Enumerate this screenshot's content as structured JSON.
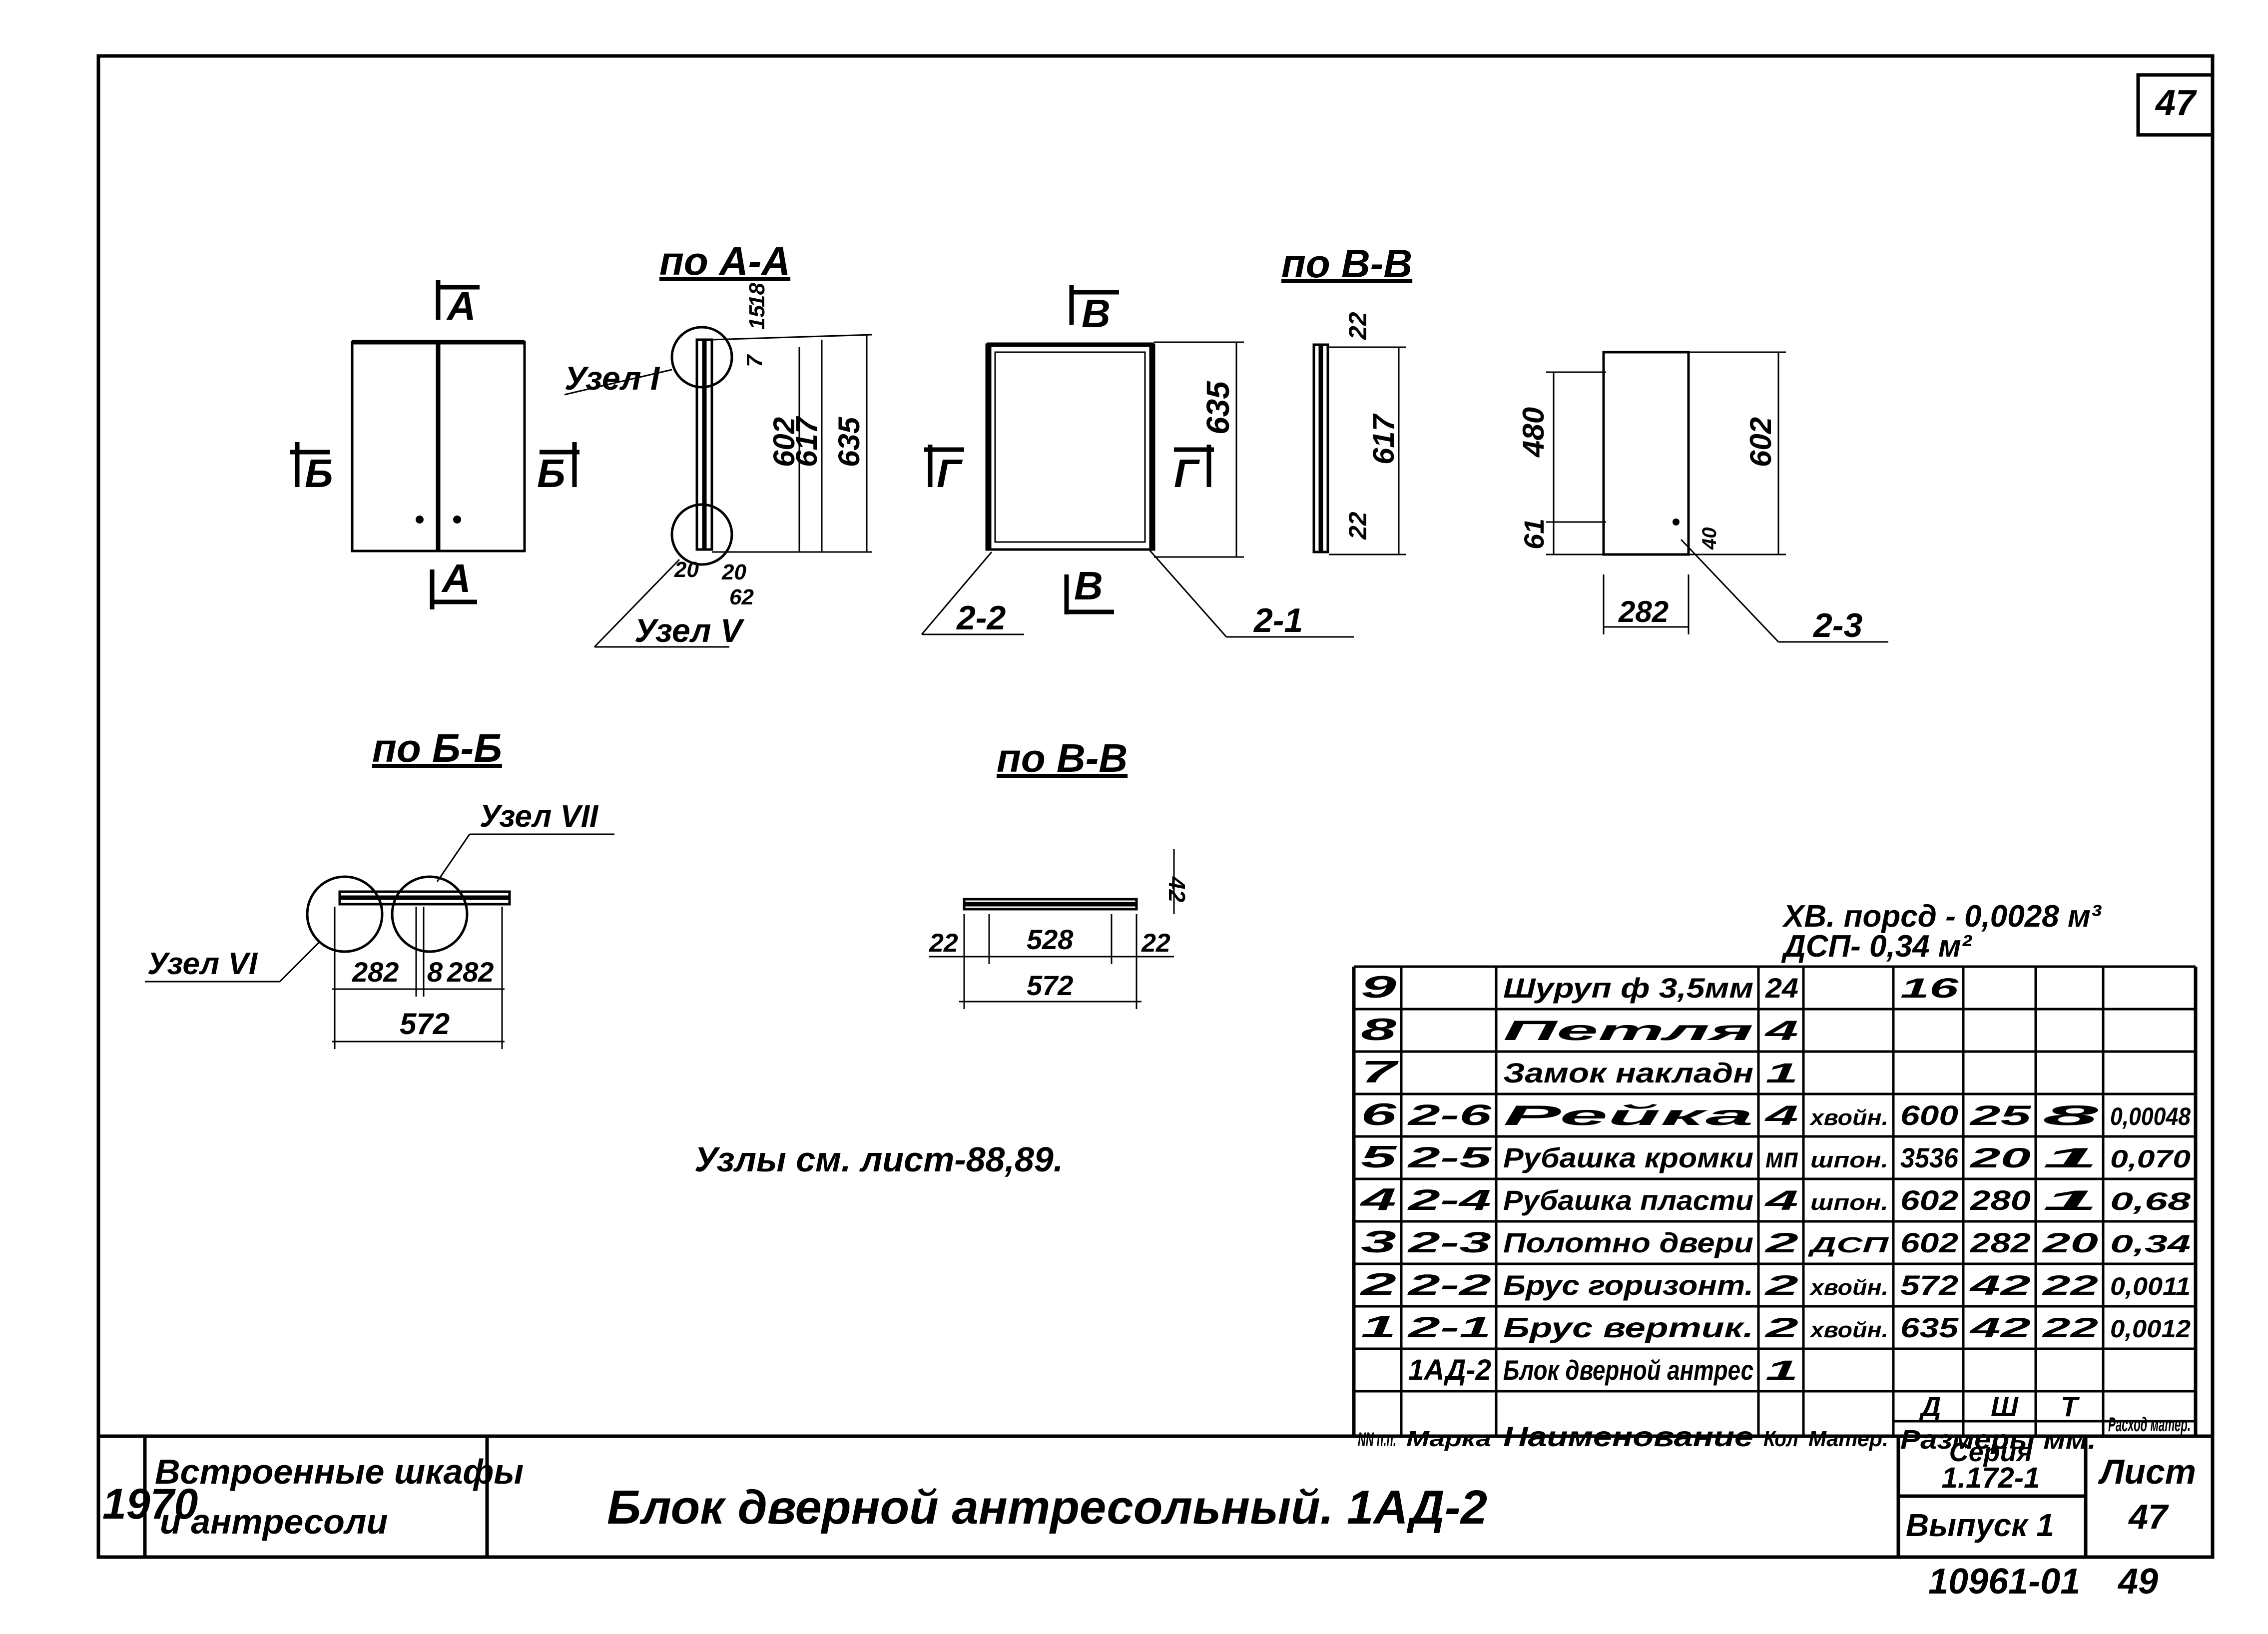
{
  "sheet_number": "47",
  "views": {
    "front": {
      "cut_top": "А",
      "cut_bottom": "А",
      "cut_left": "Б",
      "cut_right": "Б"
    },
    "section_aa": {
      "title": "по А-А",
      "node_top": "Узел I",
      "node_bottom": "Узел V",
      "dim_15": "15",
      "dim_18": "18",
      "dim_7": "7",
      "dim_602": "602",
      "dim_617": "617",
      "dim_635": "635",
      "dim_20a": "20",
      "dim_20b": "20",
      "dim_62": "62"
    },
    "frame": {
      "cut_top": "В",
      "cut_bottom": "В",
      "cut_left": "Г",
      "cut_right": "Г",
      "dim_635": "635",
      "leader_left": "2-2",
      "leader_right": "2-1"
    },
    "section_vv_top": {
      "title": "по В-В",
      "dim_22a": "22",
      "dim_617": "617",
      "dim_22b": "22"
    },
    "panel": {
      "dim_480": "480",
      "dim_61": "61",
      "dim_602": "602",
      "dim_40": "40",
      "dim_282": "282",
      "leader": "2-3"
    },
    "section_bb": {
      "title": "по Б-Б",
      "node_vii": "Узел VII",
      "node_vi": "Узел VI",
      "dim_282a": "282",
      "dim_8": "8",
      "dim_282b": "282",
      "dim_572": "572"
    },
    "section_vv_bottom": {
      "title": "по В-В",
      "dim_42": "42",
      "dim_22a": "22",
      "dim_528": "528",
      "dim_22b": "22",
      "dim_572": "572"
    }
  },
  "nodes_note": "Узлы см. лист-88,89.",
  "material_totals": {
    "line1": "ХВ. порсд - 0,0028 м³",
    "line2": "ДСП- 0,34 м²"
  },
  "spec_table": {
    "rows": [
      [
        "9",
        "",
        "Шуруп ф 3,5мм",
        "24",
        "",
        "16",
        "",
        "",
        ""
      ],
      [
        "8",
        "",
        "Петля",
        "4",
        "",
        "",
        "",
        "",
        ""
      ],
      [
        "7",
        "",
        "Замок накладн",
        "1",
        "",
        "",
        "",
        "",
        ""
      ],
      [
        "6",
        "2-6",
        "Рейка",
        "4",
        "хвойн.",
        "600",
        "25",
        "8",
        "0,00048"
      ],
      [
        "5",
        "2-5",
        "Рубашка кромки",
        "мп",
        "шпон.",
        "3536",
        "20",
        "1",
        "0,070"
      ],
      [
        "4",
        "2-4",
        "Рубашка пласти",
        "4",
        "шпон.",
        "602",
        "280",
        "1",
        "0,68"
      ],
      [
        "3",
        "2-3",
        "Полотно двери",
        "2",
        "ДСП",
        "602",
        "282",
        "20",
        "0,34"
      ],
      [
        "2",
        "2-2",
        "Брус горизонт.",
        "2",
        "хвойн.",
        "572",
        "42",
        "22",
        "0,0011"
      ],
      [
        "1",
        "2-1",
        "Брус вертик.",
        "2",
        "хвойн.",
        "635",
        "42",
        "22",
        "0,0012"
      ],
      [
        "",
        "1АД-2",
        "Блок дверной антрес",
        "1",
        "",
        "",
        "",
        "",
        ""
      ]
    ],
    "header": {
      "nn": "NN п.п.",
      "mark": "Марка",
      "name": "Наименование",
      "qty": "Кол",
      "material": "Матер.",
      "d": "Д",
      "sh": "Ш",
      "t": "Т",
      "sizes": "Размеры мм.",
      "consumption": "Расход матер."
    }
  },
  "title_block": {
    "year": "1970",
    "collection_line1": "Встроенные шкафы",
    "collection_line2": "и антресоли",
    "title": "Блок дверной антресольный. 1АД-2",
    "series_label": "Серия",
    "series": "1.172-1",
    "issue": "Выпуск 1",
    "sheet_label": "Лист",
    "sheet": "47"
  },
  "footer": {
    "code": "10961-01",
    "page": "49"
  }
}
